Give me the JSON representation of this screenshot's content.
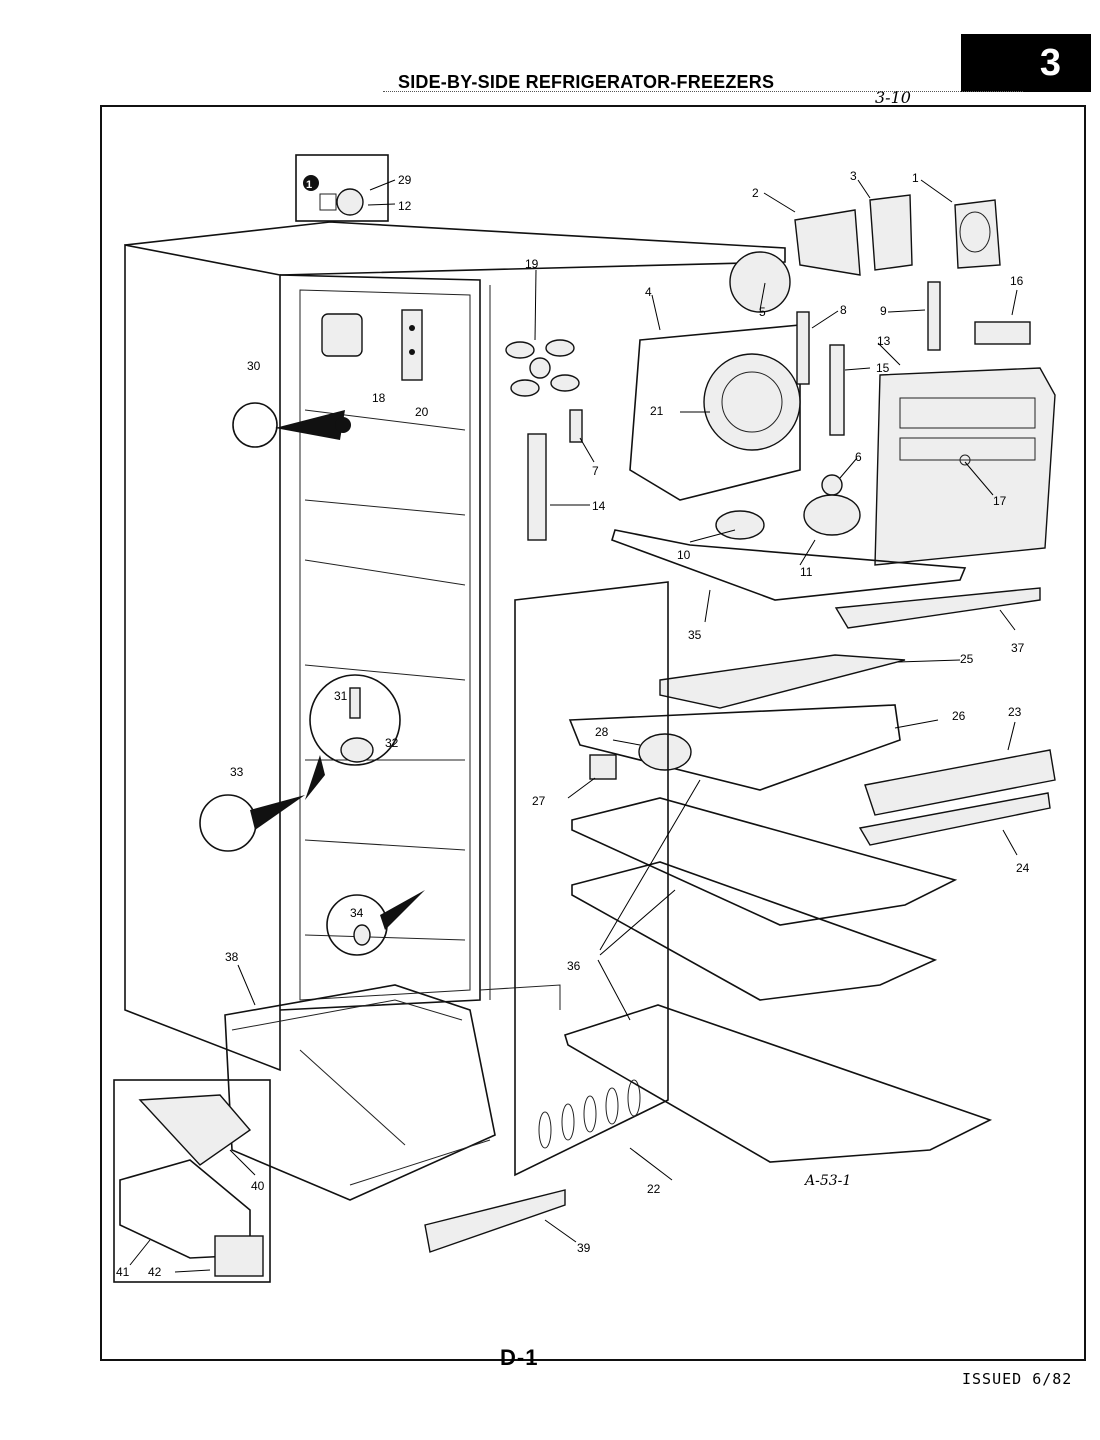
{
  "header": {
    "title": "SIDE-BY-SIDE REFRIGERATOR-FREEZERS",
    "section_tab": "3",
    "handwritten_note": "3-10"
  },
  "diagram": {
    "drawing_number": "A-53-1",
    "figure_code": "D-1",
    "detail_marker": "1",
    "callouts": [
      "1",
      "2",
      "3",
      "4",
      "5",
      "6",
      "7",
      "8",
      "9",
      "10",
      "11",
      "12",
      "13",
      "14",
      "15",
      "16",
      "17",
      "18",
      "19",
      "20",
      "21",
      "22",
      "23",
      "24",
      "25",
      "26",
      "27",
      "28",
      "29",
      "30",
      "31",
      "32",
      "33",
      "34",
      "35",
      "36",
      "37",
      "38",
      "39",
      "40",
      "41",
      "42"
    ]
  },
  "footer": {
    "issued": "ISSUED 6/82"
  }
}
